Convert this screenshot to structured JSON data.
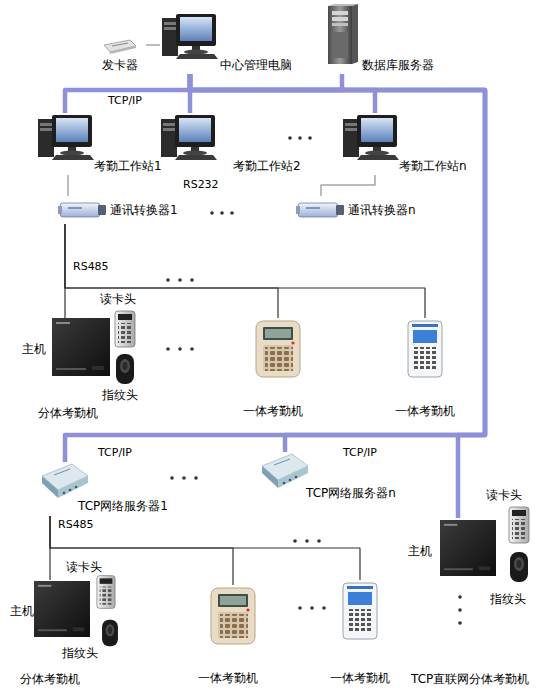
{
  "diagram": {
    "nodes": [
      {
        "text": [
          "发卡器"
        ]
      },
      {
        "text": [
          "中心管理电脑"
        ]
      },
      {
        "text": [
          "数据库服务器"
        ]
      },
      {
        "text": [
          "考勤工作站1"
        ]
      },
      {
        "text": [
          "考勤工作站2"
        ]
      },
      {
        "text": [
          "考勤工作站n"
        ]
      },
      {
        "text": [
          "通讯转换器1"
        ]
      },
      {
        "text": [
          "通讯转换器n"
        ]
      },
      {
        "text": [
          "分体考勤机"
        ]
      },
      {
        "text": [
          "主机"
        ],
        "in": 8
      },
      {
        "text": [
          "读卡头"
        ],
        "in": 8
      },
      {
        "text": [
          "指纹头"
        ],
        "in": 8
      },
      {
        "text": [
          "一体考勤机"
        ]
      },
      {
        "text": [
          "一体考勤机"
        ]
      },
      {
        "text": [
          "TCP网络服务器1"
        ]
      },
      {
        "text": [
          "TCP网络服务器n"
        ]
      },
      {
        "text": [
          "分体考勤机"
        ]
      },
      {
        "text": [
          "主机"
        ],
        "in": 16
      },
      {
        "text": [
          "读卡头"
        ],
        "in": 16
      },
      {
        "text": [
          "指纹头"
        ],
        "in": 16
      },
      {
        "text": [
          "一体考勤机"
        ]
      },
      {
        "text": [
          "一体考勤机"
        ]
      },
      {
        "text": [
          "TCP直联网分体考勤机"
        ]
      },
      {
        "text": [
          "读卡头"
        ],
        "in": 22
      },
      {
        "text": [
          "主机"
        ],
        "in": 22
      },
      {
        "text": [
          "指纹头"
        ],
        "in": 22
      }
    ],
    "edges": [
      {
        "from": 0,
        "to": 1,
        "arrow": "none"
      },
      {
        "from": 1,
        "to": 2,
        "arrow": "none"
      },
      {
        "from": 1,
        "to": 3,
        "arrow": "none"
      },
      {
        "from": 1,
        "to": 4,
        "arrow": "none"
      },
      {
        "from": 1,
        "to": 5,
        "arrow": "none"
      },
      {
        "from": 1,
        "to": 14,
        "arrow": "none"
      },
      {
        "from": 1,
        "to": 15,
        "arrow": "none"
      },
      {
        "from": 1,
        "to": 24,
        "arrow": "none"
      },
      {
        "from": 3,
        "to": 6,
        "arrow": "none"
      },
      {
        "from": 5,
        "to": 7,
        "arrow": "none"
      },
      {
        "from": 6,
        "to": 9,
        "arrow": "none"
      },
      {
        "from": 6,
        "to": 12,
        "arrow": "none"
      },
      {
        "from": 6,
        "to": 13,
        "arrow": "none"
      },
      {
        "from": 14,
        "to": 17,
        "arrow": "none"
      },
      {
        "from": 14,
        "to": 20,
        "arrow": "none"
      },
      {
        "from": 14,
        "to": 21,
        "arrow": "none"
      }
    ],
    "labels": [
      "TCP/IP",
      "RS232",
      "RS485",
      "TCP/IP",
      "TCP/IP",
      "RS485"
    ]
  }
}
